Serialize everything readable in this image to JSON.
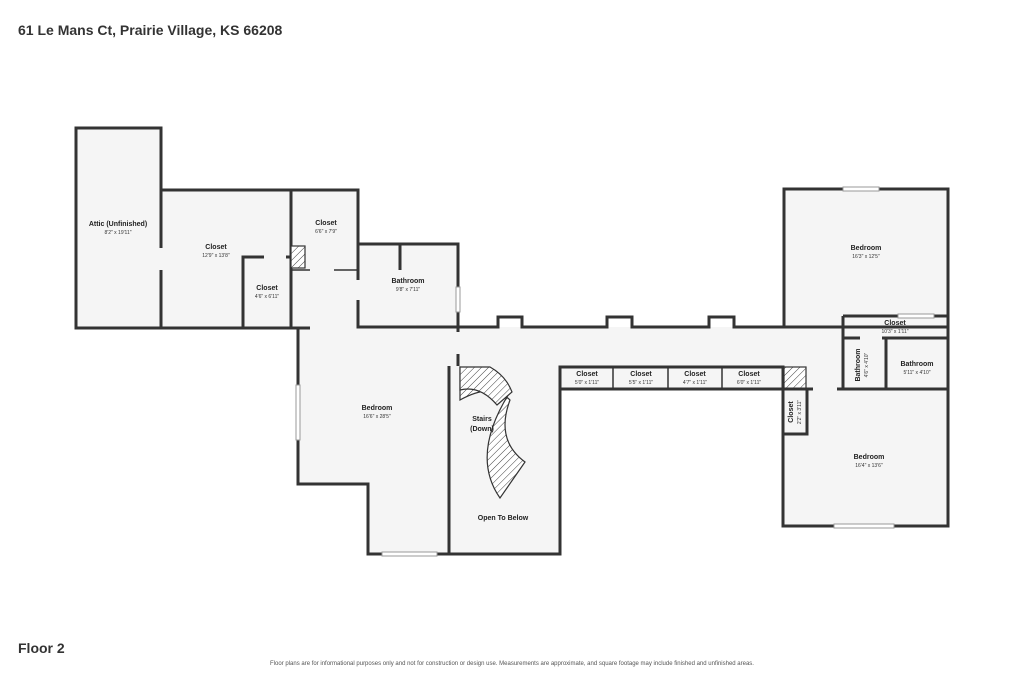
{
  "header": {
    "address": "61 Le Mans Ct, Prairie Village, KS 66208"
  },
  "footer": {
    "floor": "Floor 2",
    "disclaimer": "Floor plans are for informational purposes only and not for construction or design use. Measurements are approximate, and square footage may include finished and unfinished areas."
  },
  "rooms": {
    "attic": {
      "name": "Attic (Unfinished)",
      "dims": "8'2\" x 19'11\""
    },
    "closet_a": {
      "name": "Closet",
      "dims": "12'9\" x 13'8\""
    },
    "closet_b": {
      "name": "Closet",
      "dims": "6'6\" x 7'9\""
    },
    "closet_c": {
      "name": "Closet",
      "dims": "4'6\" x 6'11\""
    },
    "bath_left": {
      "name": "Bathroom",
      "dims": "9'8\" x 7'11\""
    },
    "bed_left": {
      "name": "Bedroom",
      "dims": "16'6\" x 28'5\""
    },
    "stairs": {
      "name": "Stairs",
      "sub": "(Down)"
    },
    "open_below": {
      "name": "Open To Below"
    },
    "closet_h1": {
      "name": "Closet",
      "dims": "5'0\" x 1'11\""
    },
    "closet_h2": {
      "name": "Closet",
      "dims": "5'5\" x 1'11\""
    },
    "closet_h3": {
      "name": "Closet",
      "dims": "4'7\" x 1'11\""
    },
    "closet_h4": {
      "name": "Closet",
      "dims": "6'0\" x 1'11\""
    },
    "bed_top_right": {
      "name": "Bedroom",
      "dims": "16'3\" x 12'5\""
    },
    "closet_right": {
      "name": "Closet",
      "dims": "10'3\" x 1'11\""
    },
    "bath_small": {
      "name": "Bathroom",
      "dims": "4'6\" x 4'10\""
    },
    "bath_right": {
      "name": "Bathroom",
      "dims": "5'11\" x 4'10\""
    },
    "closet_v": {
      "name": "Closet",
      "dims": "2'2\" x 3'11\""
    },
    "bed_bottom_right": {
      "name": "Bedroom",
      "dims": "16'4\" x 13'6\""
    }
  }
}
